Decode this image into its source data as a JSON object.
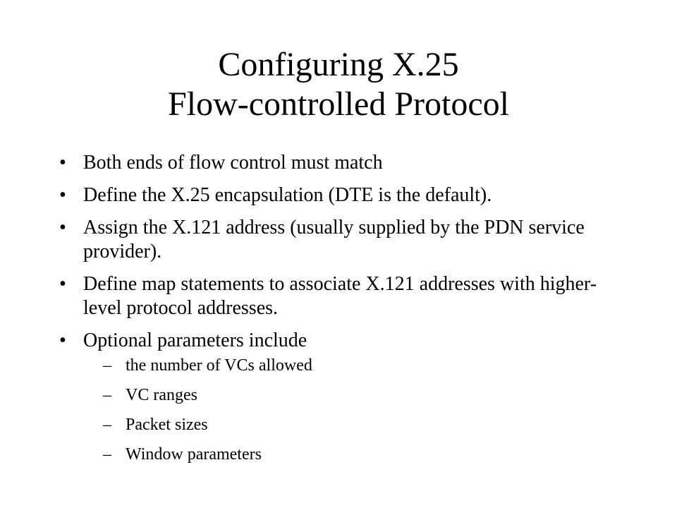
{
  "slide": {
    "title_line1": "Configuring X.25",
    "title_line2": "Flow-controlled Protocol",
    "bullet_symbol": "•",
    "dash_symbol": "–",
    "bullets": [
      {
        "text": "Both ends of flow control must match"
      },
      {
        "text": "Define the X.25 encapsulation (DTE is the default)."
      },
      {
        "text": "Assign the X.121 address (usually supplied by the PDN service provider)."
      },
      {
        "text": "Define map statements to associate X.121 addresses with higher-level protocol addresses."
      },
      {
        "text": "Optional parameters include",
        "subs": [
          "the number of VCs allowed",
          "VC ranges",
          "Packet sizes",
          "Window parameters"
        ]
      }
    ]
  }
}
